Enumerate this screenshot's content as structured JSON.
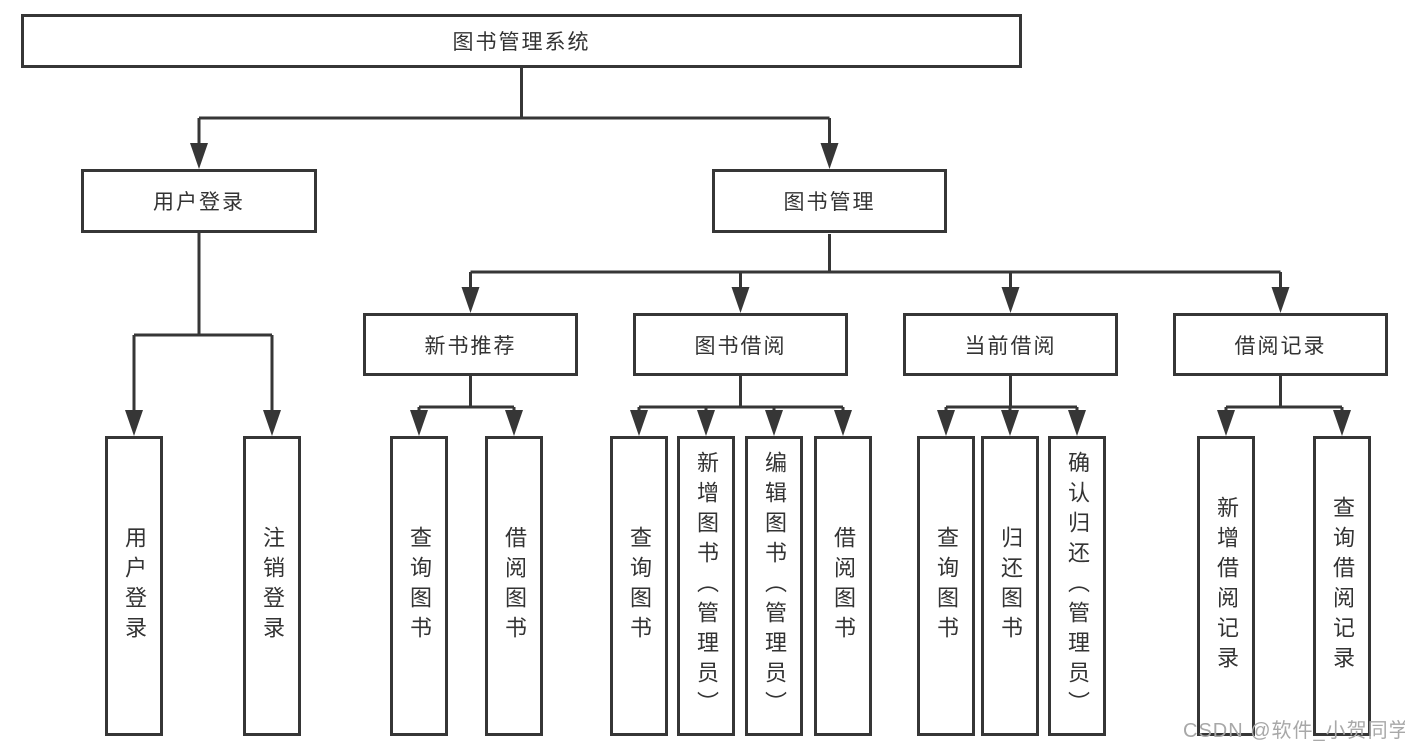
{
  "diagram": {
    "title": "图书管理系统",
    "branches": [
      {
        "label": "用户登录",
        "children": [
          "用户登录",
          "注销登录"
        ]
      },
      {
        "label": "图书管理",
        "sections": [
          {
            "label": "新书推荐",
            "children": [
              "查询图书",
              "借阅图书"
            ]
          },
          {
            "label": "图书借阅",
            "children": [
              "查询图书",
              "新增图书（管理员）",
              "编辑图书（管理员）",
              "借阅图书"
            ]
          },
          {
            "label": "当前借阅",
            "children": [
              "查询图书",
              "归还图书",
              "确认归还（管理员）"
            ]
          },
          {
            "label": "借阅记录",
            "children": [
              "新增借阅记录",
              "查询借阅记录"
            ]
          }
        ]
      }
    ]
  },
  "watermark": {
    "text": "CSDN @软件_小贺同学"
  },
  "colors": {
    "line": "#363636",
    "box_border": "#363636",
    "text": "#333333",
    "watermark": "#a8a8a8",
    "background": "#ffffff"
  }
}
